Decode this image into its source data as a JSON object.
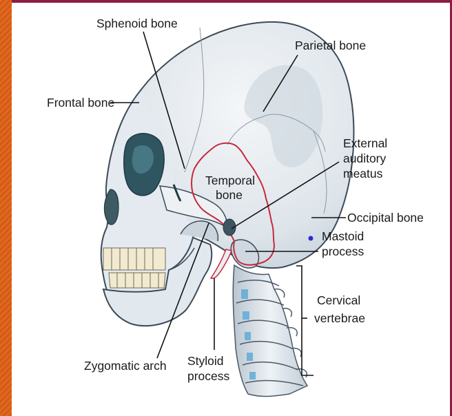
{
  "labels": {
    "sphenoid": "Sphenoid bone",
    "parietal": "Parietal bone",
    "frontal": "Frontal bone",
    "external_1": "External",
    "external_2": "auditory",
    "external_3": "meatus",
    "temporal_1": "Temporal",
    "temporal_2": "bone",
    "occipital": "Occipital bone",
    "mastoid_1": "Mastoid",
    "mastoid_2": "process",
    "cervical_1": "Cervical",
    "cervical_2": "vertebrae",
    "zygomatic": "Zygomatic arch",
    "styloid_1": "Styloid",
    "styloid_2": "process"
  },
  "colors": {
    "frame": "#8b1f3f",
    "stripe": "#e06a1c",
    "bone": "#e6ebf0",
    "bone_shade": "#c9d3dc",
    "outline": "#3c4a57",
    "temporal_outline": "#c8283c",
    "eye_socket": "#2e5560",
    "vertebra_accent": "#5aa7d6"
  }
}
